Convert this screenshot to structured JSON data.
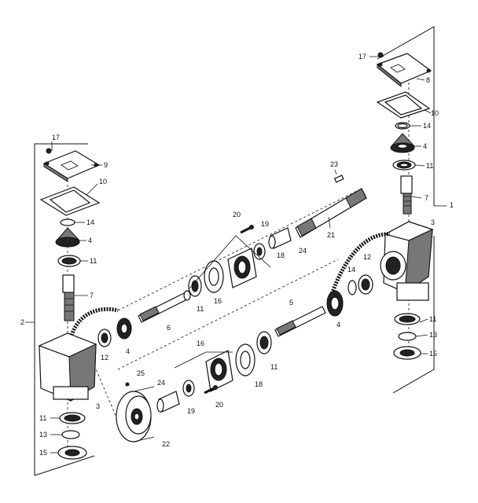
{
  "callouts": {
    "c1": "1",
    "c2": "2",
    "c3a": "3",
    "c3b": "3",
    "c4a": "4",
    "c4b": "4",
    "c4c": "4",
    "c4d": "4",
    "c5": "5",
    "c6": "6",
    "c7a": "7",
    "c7b": "7",
    "c8": "8",
    "c9": "9",
    "c10a": "10",
    "c10b": "10",
    "c11a": "11",
    "c11b": "11",
    "c11c": "11",
    "c11d": "11",
    "c11e": "11",
    "c11f": "11",
    "c12a": "12",
    "c12b": "12",
    "c13a": "13",
    "c13b": "13",
    "c14a": "14",
    "c14b": "14",
    "c14c": "14",
    "c15a": "15",
    "c15b": "15",
    "c16a": "16",
    "c16b": "16",
    "c17a": "17",
    "c17b": "17",
    "c18a": "18",
    "c18b": "18",
    "c19a": "19",
    "c19b": "19",
    "c20a": "20",
    "c20b": "20",
    "c21": "21",
    "c22": "22",
    "c23": "23",
    "c24a": "24",
    "c24b": "24",
    "c25": "25"
  }
}
